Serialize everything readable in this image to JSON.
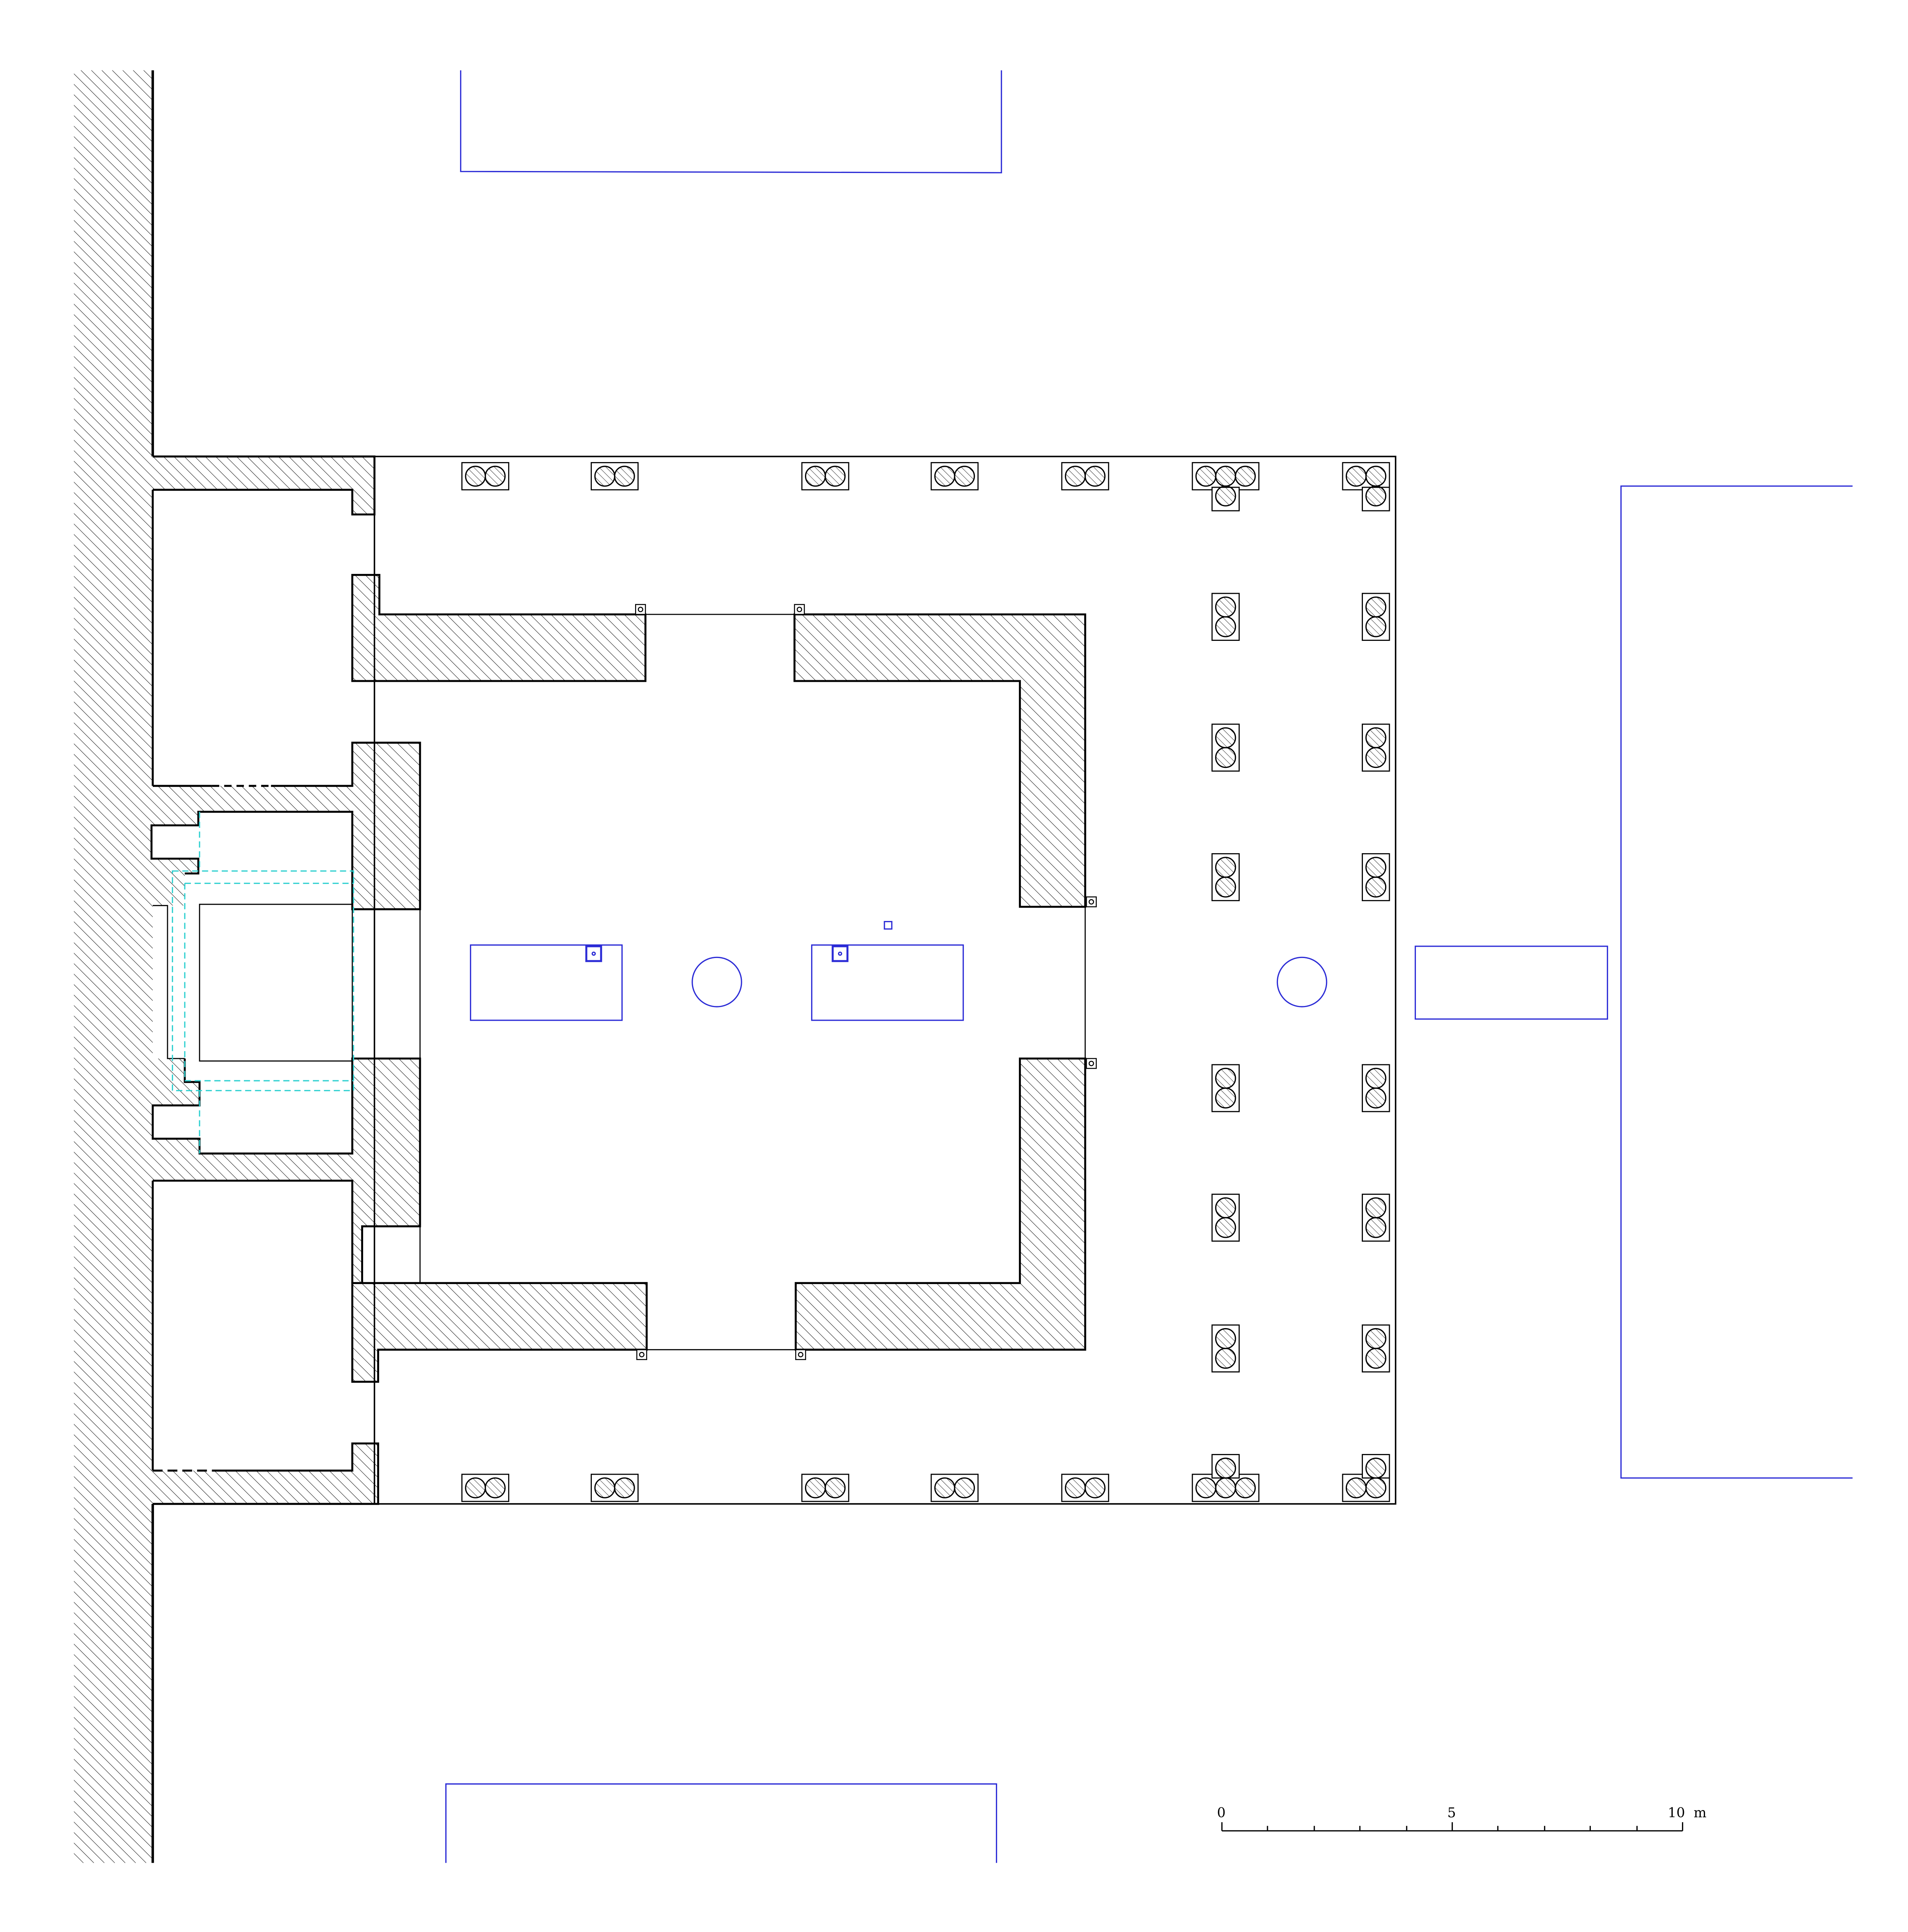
{
  "colors": {
    "wall_outline": "#000000",
    "hatch": "#000000",
    "reconstruction_outline": "#2b2bd6",
    "hypothetical_outline": "#2fd0d0",
    "background": "#ffffff"
  },
  "scale_bar": {
    "label_0": "0",
    "label_5": "5",
    "label_10": "10",
    "unit": "m"
  }
}
